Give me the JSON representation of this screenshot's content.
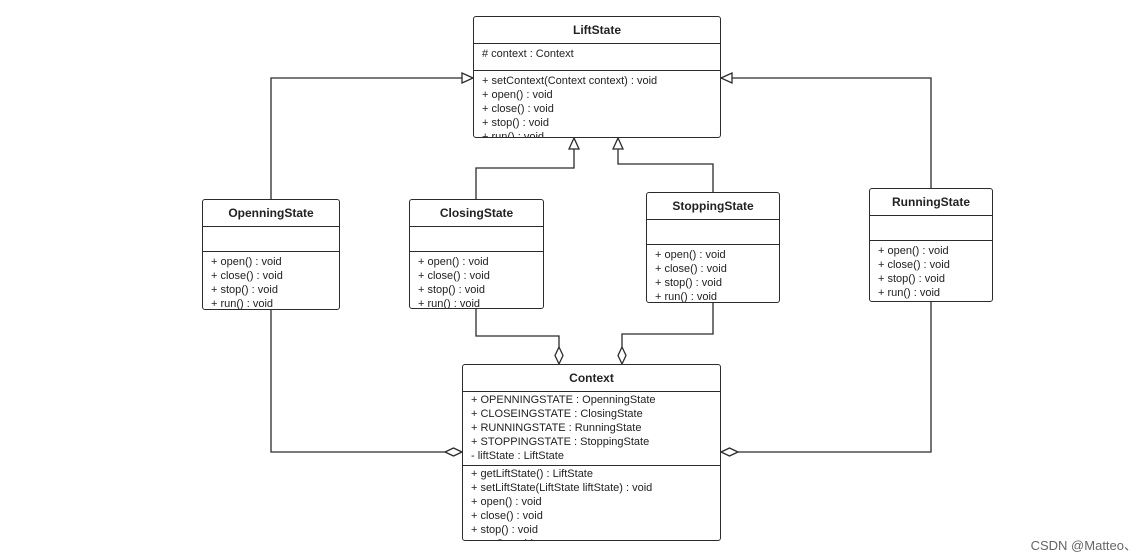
{
  "classes": {
    "liftstate": {
      "name": "LiftState",
      "attributes": [
        "# context : Context"
      ],
      "methods": [
        "+ setContext(Context context) : void",
        "+ open() : void",
        "+ close() : void",
        "+ stop() : void",
        "+ run() : void"
      ]
    },
    "openningstate": {
      "name": "OpenningState",
      "attributes": [],
      "methods": [
        "+ open() : void",
        "+ close() : void",
        "+ stop() : void",
        "+ run() : void"
      ]
    },
    "closingstate": {
      "name": "ClosingState",
      "attributes": [],
      "methods": [
        "+ open() : void",
        "+ close() : void",
        "+ stop() : void",
        "+ run() : void"
      ]
    },
    "stoppingstate": {
      "name": "StoppingState",
      "attributes": [],
      "methods": [
        "+ open() : void",
        "+ close() : void",
        "+ stop() : void",
        "+ run() : void"
      ]
    },
    "runningstate": {
      "name": "RunningState",
      "attributes": [],
      "methods": [
        "+ open() : void",
        "+ close() : void",
        "+ stop() : void",
        "+ run() : void"
      ]
    },
    "context": {
      "name": "Context",
      "attributes": [
        "+ OPENNINGSTATE : OpenningState",
        "+ CLOSEINGSTATE : ClosingState",
        "+ RUNNINGSTATE : RunningState",
        "+ STOPPINGSTATE : StoppingState",
        "- liftState : LiftState"
      ],
      "methods": [
        "+ getLiftState() : LiftState",
        "+ setLiftState(LiftState liftState) : void",
        "+ open() : void",
        "+ close() : void",
        "+ stop() : void",
        "+ run() : void"
      ]
    }
  },
  "relations": [
    {
      "type": "generalization",
      "from": "OpenningState",
      "to": "LiftState"
    },
    {
      "type": "generalization",
      "from": "ClosingState",
      "to": "LiftState"
    },
    {
      "type": "generalization",
      "from": "StoppingState",
      "to": "LiftState"
    },
    {
      "type": "generalization",
      "from": "RunningState",
      "to": "LiftState"
    },
    {
      "type": "aggregation",
      "whole": "Context",
      "part": "OpenningState"
    },
    {
      "type": "aggregation",
      "whole": "Context",
      "part": "ClosingState"
    },
    {
      "type": "aggregation",
      "whole": "Context",
      "part": "StoppingState"
    },
    {
      "type": "aggregation",
      "whole": "Context",
      "part": "RunningState"
    }
  ],
  "colors": {
    "line": "#2b2b2b",
    "background": "#ffffff"
  },
  "watermark": "CSDN @Matteo、"
}
